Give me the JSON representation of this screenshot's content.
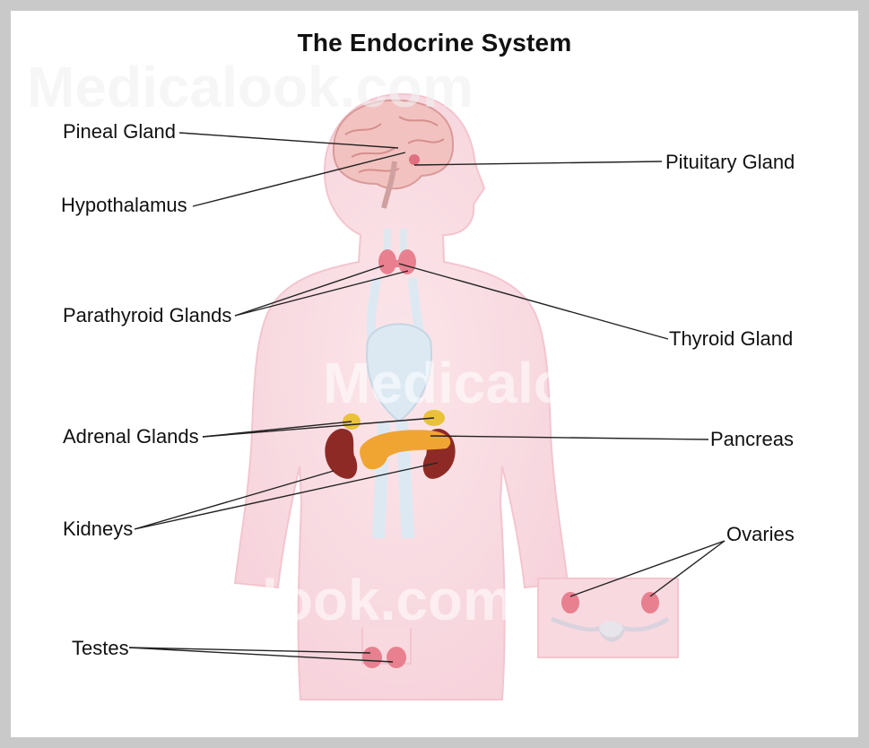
{
  "title": "The Endocrine System",
  "labels": {
    "pineal_gland": "Pineal Gland",
    "hypothalamus": "Hypothalamus",
    "pituitary_gland": "Pituitary Gland",
    "parathyroid_glands": "Parathyroid Glands",
    "thyroid_gland": "Thyroid Gland",
    "adrenal_glands": "Adrenal Glands",
    "pancreas": "Pancreas",
    "kidneys": "Kidneys",
    "ovaries": "Ovaries",
    "testes": "Testes"
  },
  "watermark": {
    "top": "Medicalook.com",
    "middle": "Medicalook.com",
    "bottom": "Medicalook.com"
  },
  "colors": {
    "body": "#f8d9df",
    "body_outline": "#f3c5cf",
    "brain": "#f0bcbc",
    "vessels": "#dce9f3",
    "gland_pink": "#e8808f",
    "kidney": "#8e2a25",
    "adrenal": "#e9c23a",
    "pancreas": "#f0a532",
    "leader_line": "#222222"
  }
}
